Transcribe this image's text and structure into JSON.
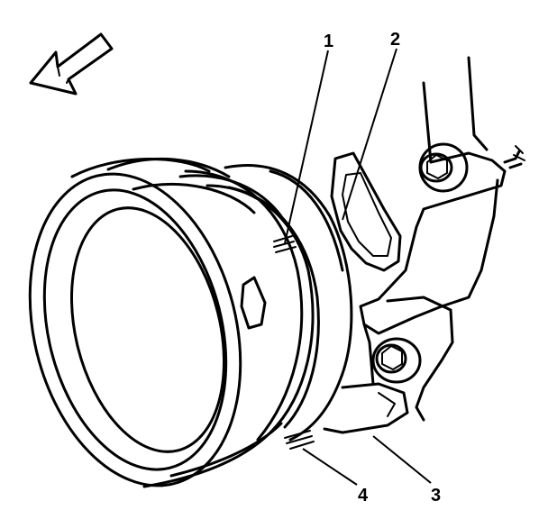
{
  "figure": {
    "callouts": [
      {
        "id": "1",
        "label": "1"
      },
      {
        "id": "2",
        "label": "2"
      },
      {
        "id": "3",
        "label": "3"
      },
      {
        "id": "4",
        "label": "4"
      }
    ],
    "icons": {
      "direction_arrow": "arrow-left-icon"
    }
  }
}
